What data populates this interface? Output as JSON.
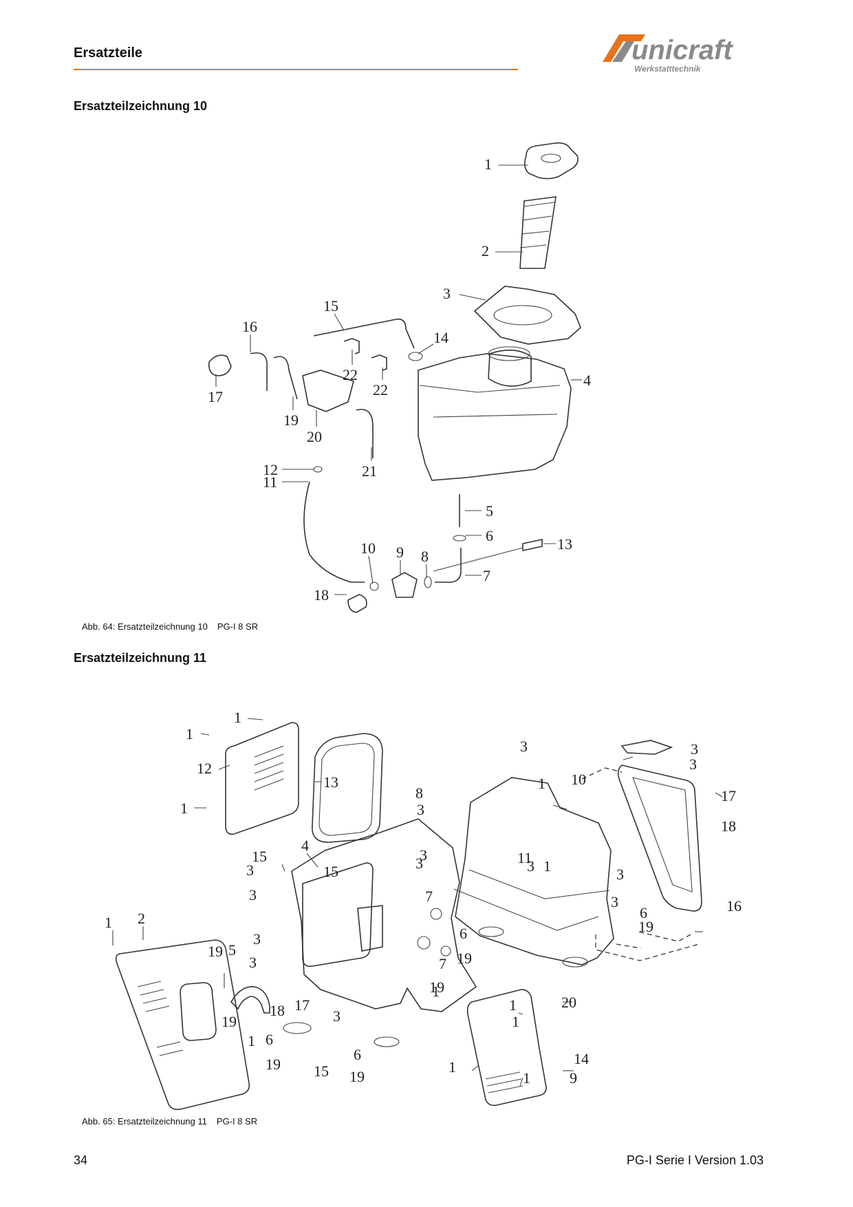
{
  "header": {
    "section_title": "Ersatzteile",
    "brand_name": "unicraft",
    "brand_tagline": "Werkstatttechnik",
    "accent_color": "#e8731a",
    "logo_gray": "#8a8a8a"
  },
  "figure_10": {
    "title": "Ersatzteilzeichnung 10",
    "caption": "Abb. 64: Ersatzteilzeichnung 10",
    "model": "PG-I 8 SR",
    "labels": [
      "1",
      "2",
      "3",
      "4",
      "5",
      "6",
      "7",
      "8",
      "9",
      "10",
      "11",
      "12",
      "13",
      "14",
      "15",
      "16",
      "17",
      "18",
      "19",
      "20",
      "21",
      "22",
      "22"
    ]
  },
  "figure_11": {
    "title": "Ersatzteilzeichnung 11",
    "caption": "Abb. 65: Ersatzteilzeichnung 11",
    "model": "PG-I 8 SR",
    "labels": [
      "1",
      "1",
      "12",
      "1",
      "13",
      "4",
      "15",
      "15",
      "3",
      "3",
      "2",
      "1",
      "19",
      "5",
      "3",
      "3",
      "19",
      "18",
      "17",
      "3",
      "1",
      "6",
      "19",
      "15",
      "6",
      "19",
      "3",
      "7",
      "7",
      "19",
      "6",
      "19",
      "1",
      "1",
      "20",
      "1",
      "1",
      "14",
      "1",
      "9",
      "3",
      "3",
      "3",
      "8",
      "1",
      "10",
      "3",
      "17",
      "18",
      "3",
      "11",
      "3",
      "1",
      "3",
      "3",
      "16",
      "6",
      "19"
    ]
  },
  "footer": {
    "page_number": "34",
    "doc_version": "PG-I Serie I Version 1.03"
  }
}
